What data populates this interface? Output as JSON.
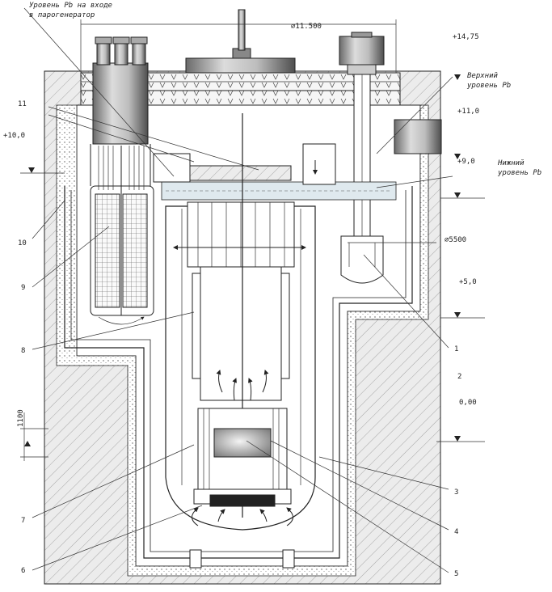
{
  "labels": {
    "pb_inlet_sg_line1": "Уровень Pb на входе",
    "pb_inlet_sg_line2": "в парогенератор",
    "upper_pb_level_line1": "Верхний",
    "upper_pb_level_line2": "уровень Pb",
    "lower_pb_level_line1": "Нижний",
    "lower_pb_level_line2": "уровень Pb"
  },
  "dimensions": {
    "outer_diameter": "∅11.500",
    "inner_diameter": "∅5500",
    "core_height": "1100"
  },
  "elevations": {
    "e1475": "+14,75",
    "e110": "+11,0",
    "e100": "+10,0",
    "e90": "+9,0",
    "e50": "+5,0",
    "e00": "0,00"
  },
  "callouts": [
    "1",
    "2",
    "3",
    "4",
    "5",
    "6",
    "7",
    "8",
    "9",
    "10",
    "11"
  ],
  "colors": {
    "concrete": "#e6e6e6",
    "insulation": "#f2f2f2",
    "steel": "#ffffff",
    "lead": "#cfe0e6",
    "outline": "#222222"
  }
}
